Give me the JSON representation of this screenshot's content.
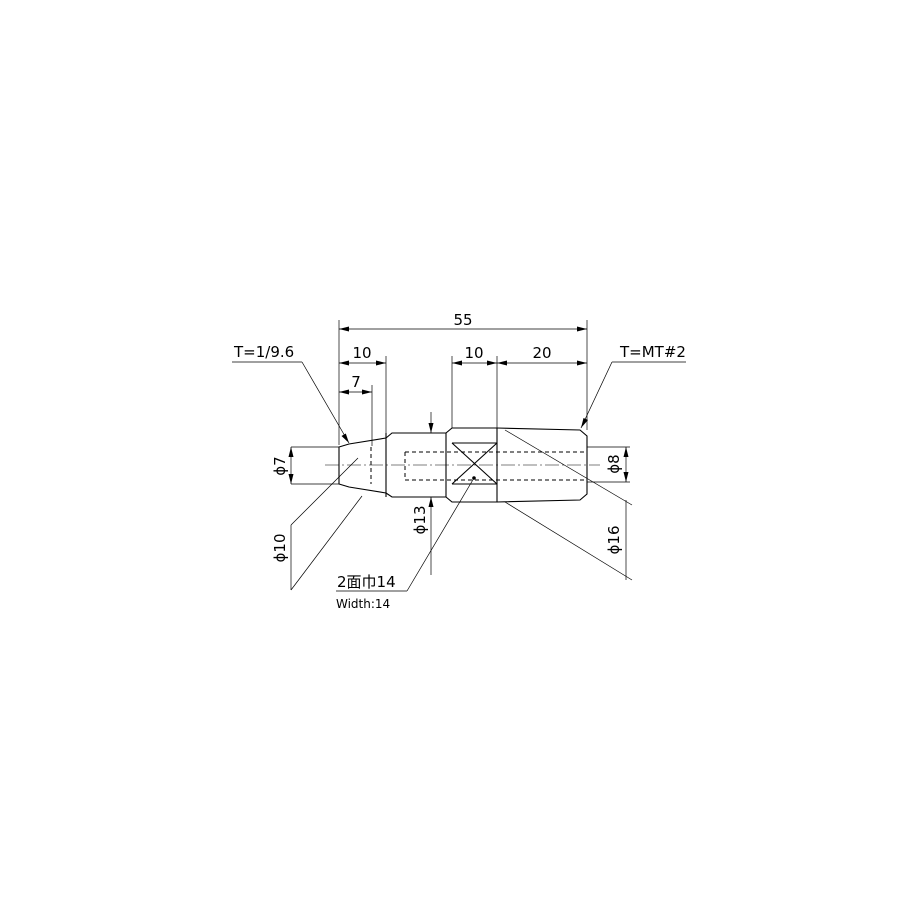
{
  "dimensions": {
    "overall_length": "55",
    "left_section_length": "10",
    "taper_depth": "7",
    "hex_length": "10",
    "right_taper_length": "20",
    "left_diameter": "ϕ7",
    "left_outer_diameter": "ϕ10",
    "middle_diameter": "ϕ13",
    "right_small_diameter": "ϕ8",
    "right_large_diameter": "ϕ16"
  },
  "notes": {
    "left_taper": "T=1/9.6",
    "right_taper": "T=MT#2",
    "flats_jp": "2面巾14",
    "flats_en": "Width:14"
  },
  "colors": {
    "line": "#000000",
    "background": "#ffffff"
  }
}
